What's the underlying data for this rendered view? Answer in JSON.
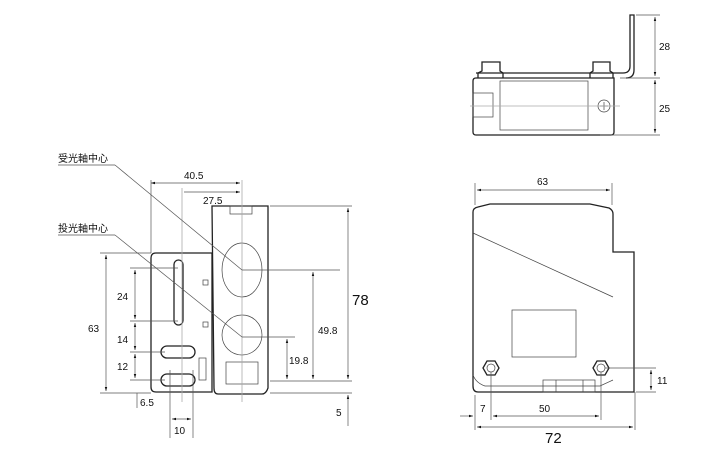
{
  "labels": {
    "receiver_axis": "受光軸中心",
    "emitter_axis": "投光軸中心"
  },
  "side_view": {
    "w_40_5": "40.5",
    "w_27_5": "27.5",
    "h_78": "78",
    "h_49_8": "49.8",
    "h_19_8": "19.8",
    "h_5": "5",
    "h_63": "63",
    "h_24": "24",
    "h_14": "14",
    "h_12": "12",
    "w_6_5": "6.5",
    "w_10": "10"
  },
  "top_view": {
    "h_28": "28",
    "h_25": "25"
  },
  "front_view": {
    "w_63": "63",
    "h_11": "11",
    "w_7": "7",
    "w_50": "50",
    "w_72": "72"
  }
}
